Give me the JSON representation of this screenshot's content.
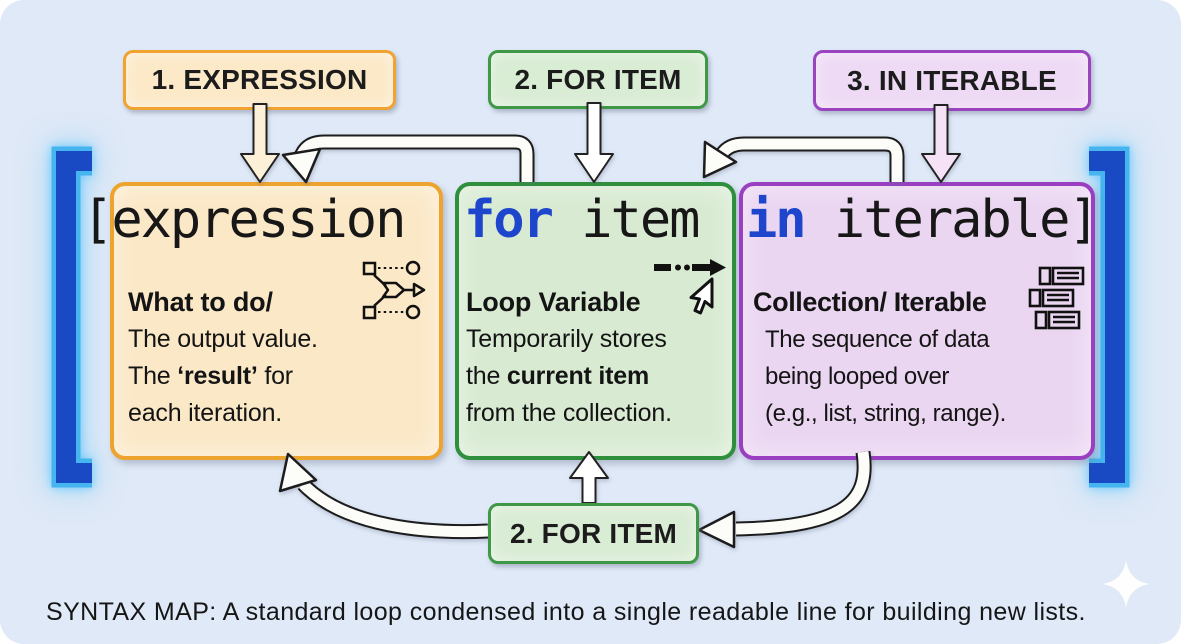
{
  "caption": "SYNTAX MAP: A standard loop condensed into a single readable line for building new lists.",
  "step_labels": {
    "one": "1. EXPRESSION",
    "two": "2. FOR ITEM",
    "three": "3. IN ITERABLE",
    "two_bottom": "2. FOR ITEM"
  },
  "code_line": {
    "open_bracket": "[",
    "expression": "expression",
    "for_keyword": "for",
    "item": " item",
    "in_keyword": "in",
    "iterable": " iterable",
    "close_bracket": "]"
  },
  "expression_box": {
    "heading": "What to do/",
    "line1": "The output value.",
    "line2_pre": "The ",
    "line2_bold": "‘result’",
    "line2_post": " for",
    "line3": "each iteration.",
    "icon": "branch-flow-icon"
  },
  "for_box": {
    "heading": "Loop Variable",
    "line1": "Temporarily stores",
    "line2_pre": "the ",
    "line2_bold": "current item",
    "line3": "from the collection.",
    "icon": "cursor-step-icon"
  },
  "in_box": {
    "heading": "Collection/ Iterable",
    "line1": "The sequence of data",
    "line2": "being looped over",
    "line3": "(e.g., list, string, range).",
    "icon": "stacked-data-icon"
  },
  "colors": {
    "background": "#dfe9f7",
    "orange_border": "#eda42f",
    "orange_fill": "#fbe8c7",
    "green_border": "#2f8f3d",
    "green_fill": "#d8ebd2",
    "purple_border": "#9a3fc2",
    "purple_fill": "#ebd6f2",
    "keyword_blue": "#1e46cc",
    "bracket_core_blue": "#1a49c4",
    "bracket_rim_blue": "#45b4ef",
    "arrow_cream": "#fdf0d9",
    "arrow_white": "#ffffff",
    "arrow_pink": "#f6e2f6"
  }
}
